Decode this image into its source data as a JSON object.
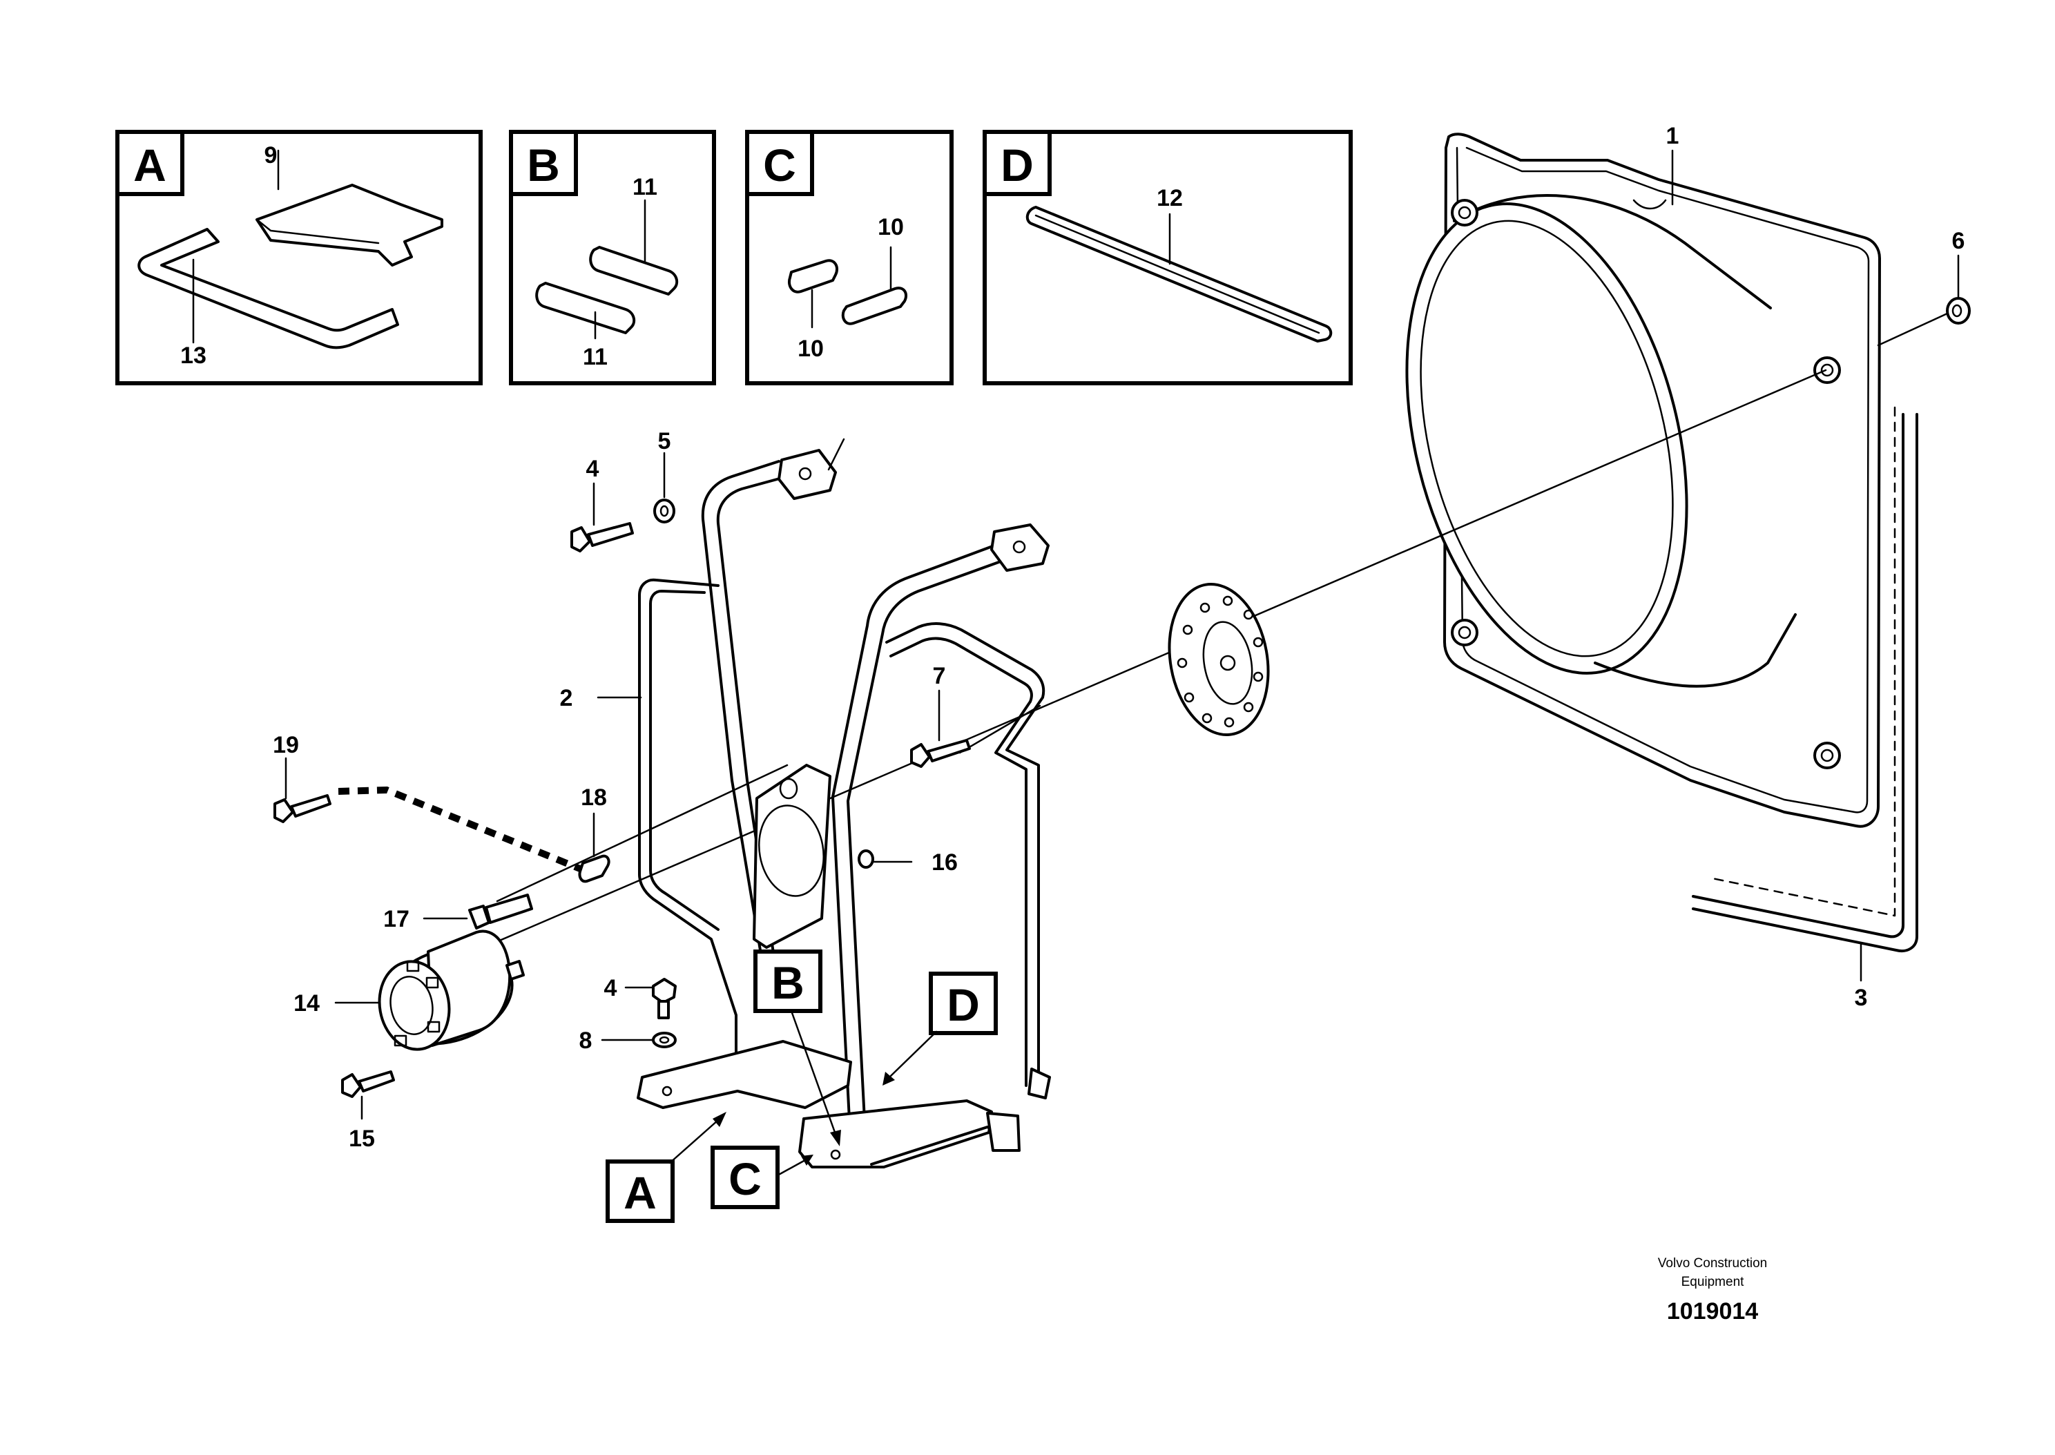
{
  "callouts": {
    "c1": "1",
    "c2": "2",
    "c3": "3",
    "c4a": "4",
    "c4b": "4",
    "c5": "5",
    "c6": "6",
    "c7": "7",
    "c8": "8",
    "c9": "9",
    "c10a": "10",
    "c10b": "10",
    "c11a": "11",
    "c11b": "11",
    "c12": "12",
    "c13": "13",
    "c14": "14",
    "c15": "15",
    "c16": "16",
    "c17": "17",
    "c18": "18",
    "c19": "19"
  },
  "insets": {
    "A": "A",
    "B": "B",
    "C": "C",
    "D": "D"
  },
  "pointers": {
    "A": "A",
    "B": "B",
    "C": "C",
    "D": "D"
  },
  "credit": {
    "line1": "Volvo Construction",
    "line2": "Equipment"
  },
  "figure_number": "1019014"
}
